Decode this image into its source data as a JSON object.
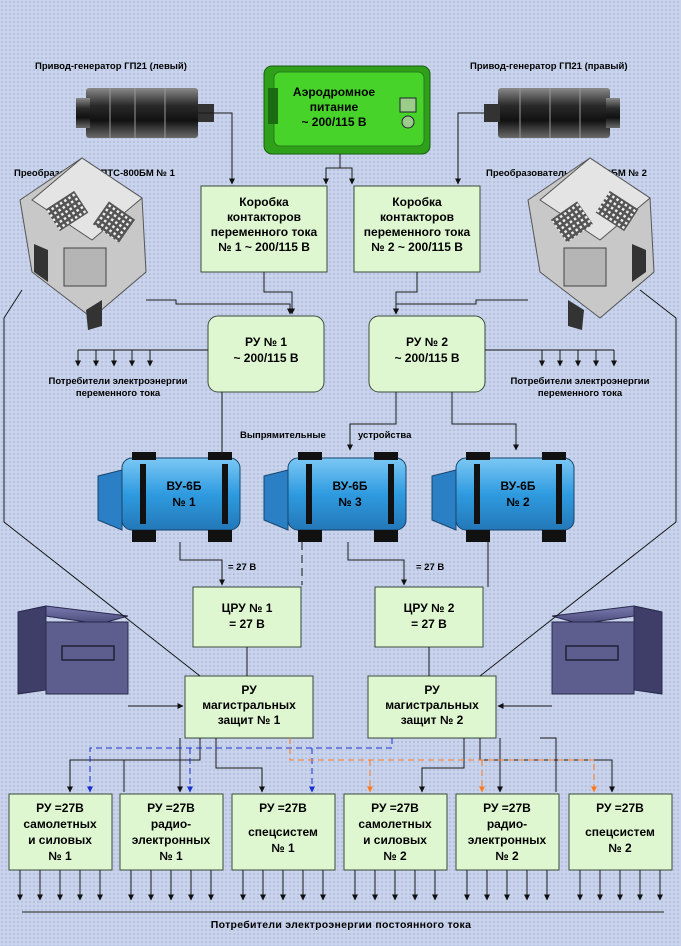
{
  "generators": {
    "left": "Привод-генератор ГП21 (левый)",
    "right": "Привод-генератор ГП21 (правый)"
  },
  "ground_power": [
    "Аэродромное",
    "питание",
    "~ 200/115 В"
  ],
  "converters": {
    "left": "Преобразователь ПТС-800БМ № 1",
    "right": "Преобразователь ПТС-800БМ № 2"
  },
  "contactor_boxes": [
    [
      "Коробка",
      "контакторов",
      "переменного тока",
      "№ 1 ~ 200/115 В"
    ],
    [
      "Коробка",
      "контакторов",
      "переменного тока",
      "№ 2 ~ 200/115 В"
    ]
  ],
  "ru_ac": [
    [
      "РУ № 1",
      "~ 200/115 В"
    ],
    [
      "РУ № 2",
      "~ 200/115 В"
    ]
  ],
  "ac_consumers": [
    "Потребители электроэнергии",
    "переменного тока"
  ],
  "rectifier_label": {
    "left": "Выпрямительные",
    "right": "устройства"
  },
  "rectifiers": [
    [
      "ВУ-6Б",
      "№ 1"
    ],
    [
      "ВУ-6Б",
      "№ 3"
    ],
    [
      "ВУ-6Б",
      "№ 2"
    ]
  ],
  "dc_voltage": "= 27 В",
  "cru": [
    [
      "ЦРУ № 1",
      "= 27 В"
    ],
    [
      "ЦРУ № 2",
      "= 27 В"
    ]
  ],
  "ru_main": [
    [
      "РУ",
      "магистральных",
      "защит № 1"
    ],
    [
      "РУ",
      "магистральных",
      "защит № 2"
    ]
  ],
  "ru_bottom": [
    [
      "РУ =27В",
      "самолетных",
      "и силовых",
      "№ 1"
    ],
    [
      "РУ =27В",
      "радио-",
      "электронных",
      "№ 1"
    ],
    [
      "РУ =27В",
      "спецсистем",
      "№ 1"
    ],
    [
      "РУ =27В",
      "самолетных",
      "и силовых",
      "№ 2"
    ],
    [
      "РУ =27В",
      "радио-",
      "электронных",
      "№ 2"
    ],
    [
      "РУ =27В",
      "спецсистем",
      "№ 2"
    ]
  ],
  "dc_consumers": "Потребители электроэнергии постоянного тока",
  "colors": {
    "box_fill": "#dff7d0",
    "rectifier": "#3fa6e6",
    "ground_power": "#47d32a",
    "blue_dashed": "#1a2fd0",
    "orange_dashed": "#ff7a1f",
    "battery": "#5e5e8e"
  }
}
